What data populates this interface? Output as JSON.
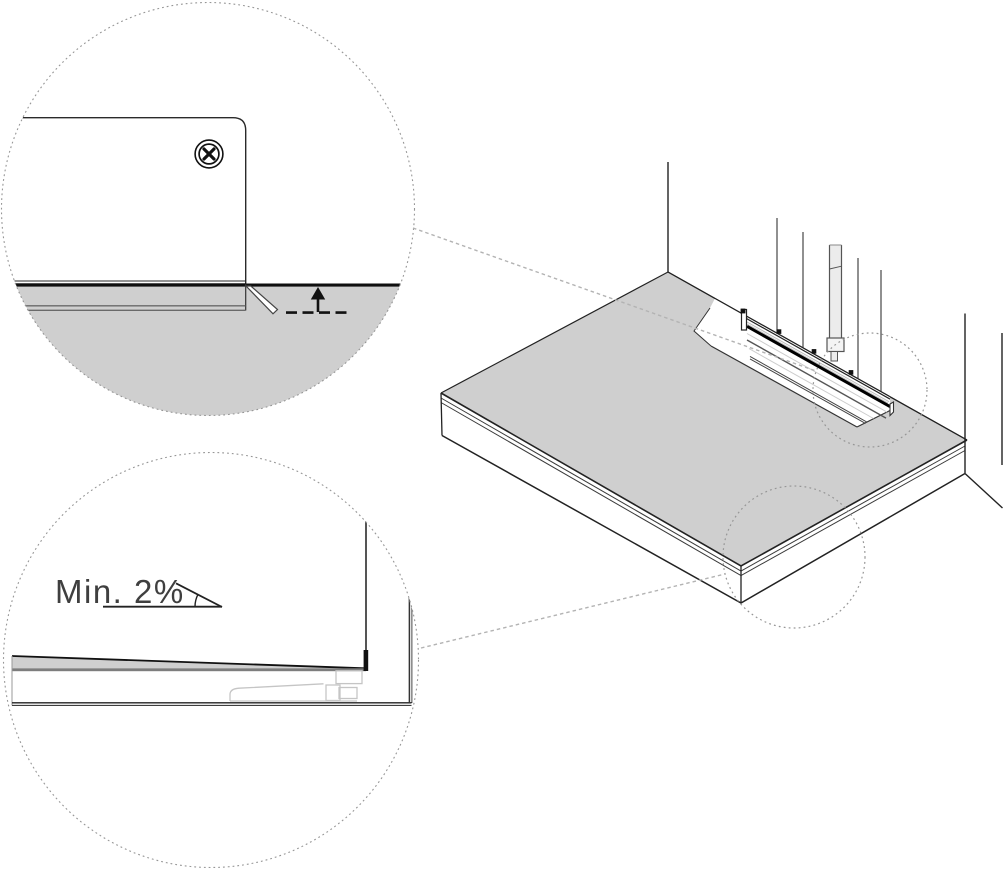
{
  "diagram": {
    "type": "technical-illustration",
    "subject": "linear-shower-drain-installation",
    "labels": {
      "min_slope": "Min. 2%"
    },
    "icons": {
      "screw": "phillips-screw-icon",
      "slope_symbol": "slope-angle-icon",
      "level_arrow": "flush-level-arrow-icon"
    },
    "colors": {
      "background": "#ffffff",
      "screed_gray": "#cfcfcf",
      "outline_dark": "#1f1f1f",
      "floor_line_black": "#0f0f0f",
      "membrane_gray": "#7d7d7d",
      "trap_light_gray": "#c5c5c5",
      "dotted_circle_gray": "#969696",
      "leader_gray": "#b3b3b3",
      "text_gray": "#3f3f3f",
      "pipe_fill": "#ececec"
    },
    "callouts": [
      {
        "id": "flush-mount-detail"
      },
      {
        "id": "floor-slope-detail"
      }
    ]
  }
}
